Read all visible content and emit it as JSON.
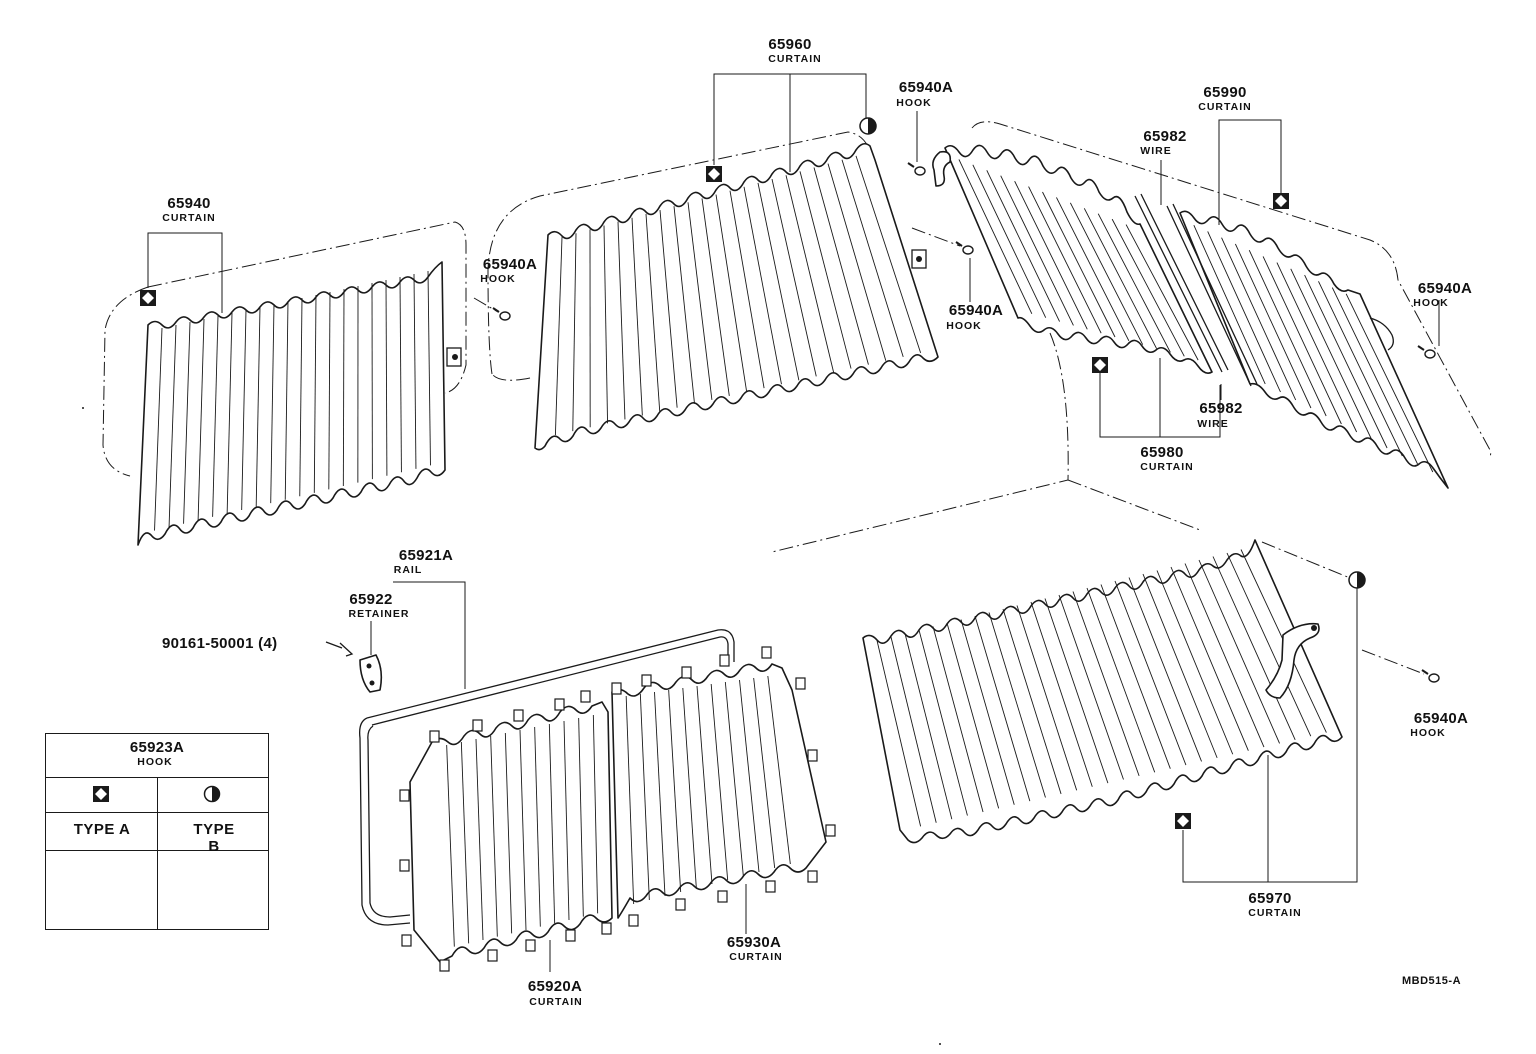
{
  "parts": {
    "curtain_65940": {
      "number": "65940",
      "name": "CURTAIN"
    },
    "curtain_65960": {
      "number": "65960",
      "name": "CURTAIN"
    },
    "curtain_65990": {
      "number": "65990",
      "name": "CURTAIN"
    },
    "curtain_65980": {
      "number": "65980",
      "name": "CURTAIN"
    },
    "curtain_65970": {
      "number": "65970",
      "name": "CURTAIN"
    },
    "curtain_65920a": {
      "number": "65920A",
      "name": "CURTAIN"
    },
    "curtain_65930a": {
      "number": "65930A",
      "name": "CURTAIN"
    },
    "wire_65982_top": {
      "number": "65982",
      "name": "WIRE"
    },
    "wire_65982_bottom": {
      "number": "65982",
      "name": "WIRE"
    },
    "rail_65921a": {
      "number": "65921A",
      "name": "RAIL"
    },
    "retainer_65922": {
      "number": "65922",
      "name": "RETAINER"
    },
    "screw": {
      "number": "90161-50001 (4)"
    },
    "hook_left": {
      "number": "65940A",
      "name": "HOOK"
    },
    "hook_top": {
      "number": "65940A",
      "name": "HOOK"
    },
    "hook_mid": {
      "number": "65940A",
      "name": "HOOK"
    },
    "hook_right": {
      "number": "65940A",
      "name": "HOOK"
    },
    "hook_lower": {
      "number": "65940A",
      "name": "HOOK"
    }
  },
  "legend": {
    "title_number": "65923A",
    "title_name": "HOOK",
    "type_a": "TYPE A",
    "type_b": "TYPE B",
    "type_a_symbol": "diamond-in-square",
    "type_b_symbol": "half-filled-circle"
  },
  "reference_code": "MBD515-A"
}
